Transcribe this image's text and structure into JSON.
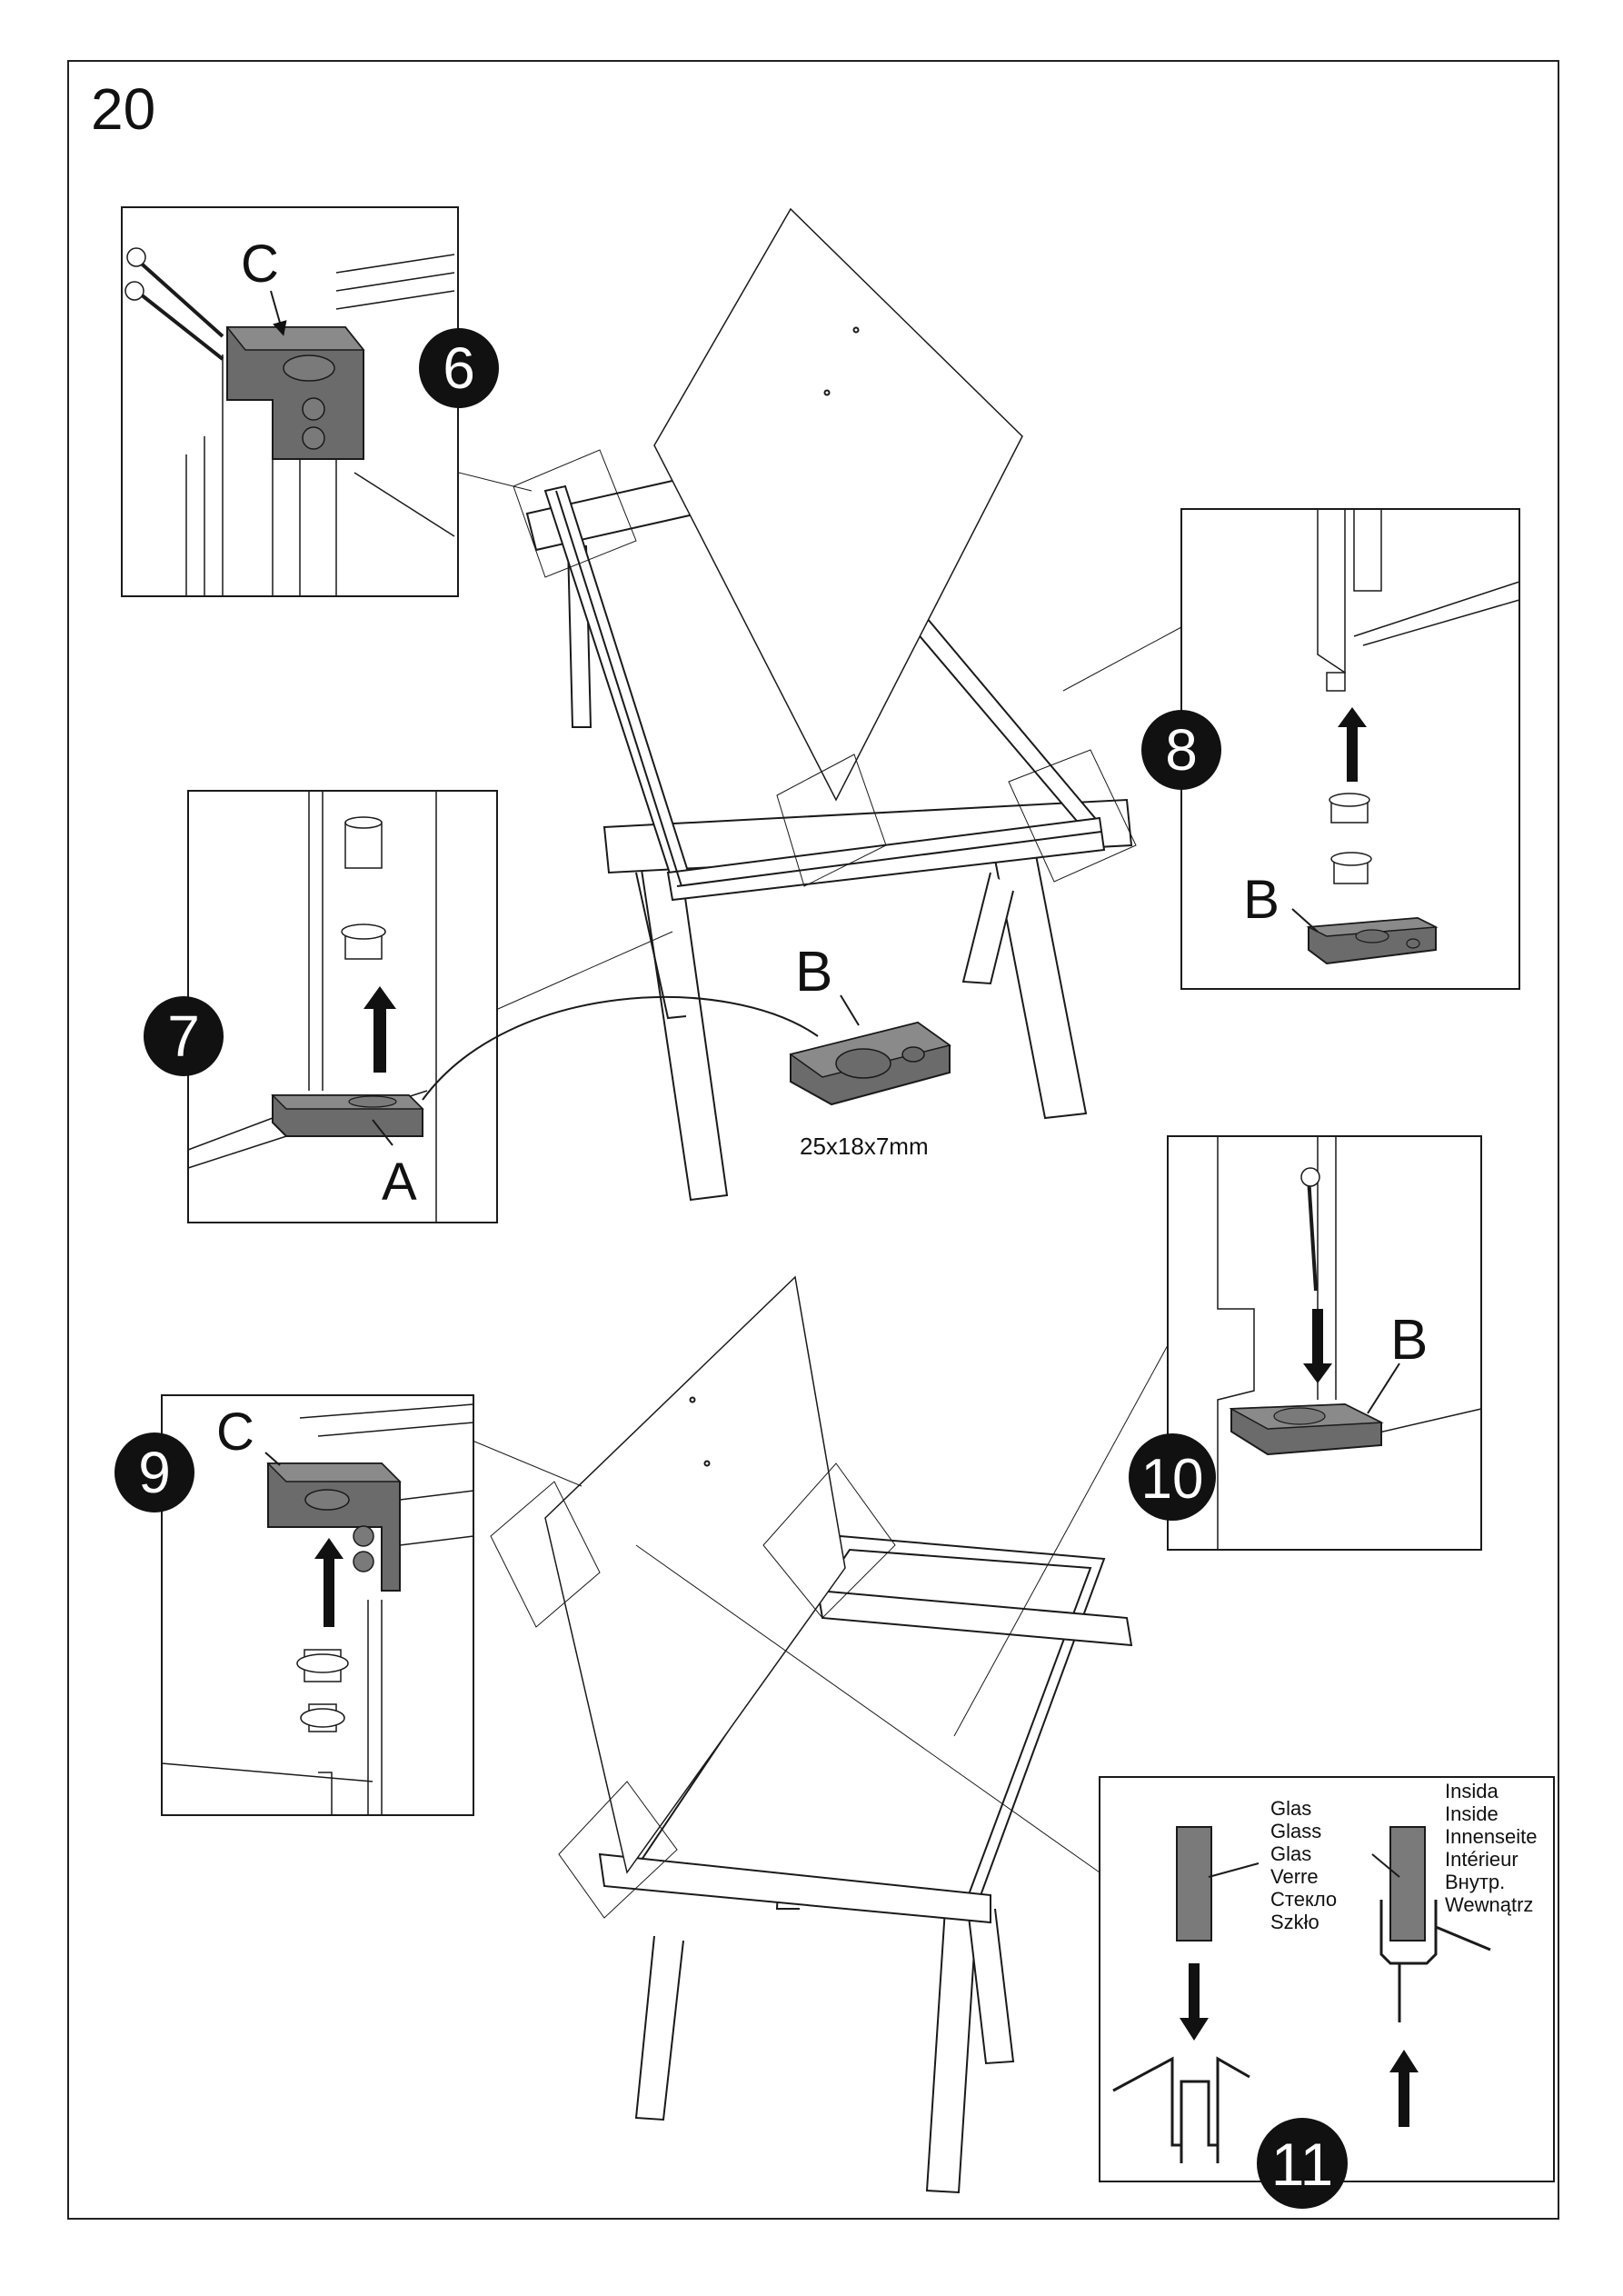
{
  "page": {
    "number": "20"
  },
  "steps": {
    "s6": "6",
    "s7": "7",
    "s8": "8",
    "s9": "9",
    "s10": "10",
    "s11": "11"
  },
  "parts": {
    "c_step6": "C",
    "a_step7": "A",
    "b_main": "B",
    "b_step8": "B",
    "c_step9": "C",
    "b_step10": "B",
    "b_dimensions": "25x18x7mm"
  },
  "legend_glass": [
    "Glas",
    "Glass",
    "Glas",
    "Verre",
    "Стекло",
    "Szkło"
  ],
  "legend_inside": [
    "Insida",
    "Inside",
    "Innenseite",
    "Intérieur",
    "Внутр.",
    "Wewnątrz"
  ],
  "colors": {
    "part_fill": "#6b6b6b",
    "part_top": "#8a8a8a",
    "line": "#1a1a1a",
    "glass": "#7a7a7a"
  }
}
